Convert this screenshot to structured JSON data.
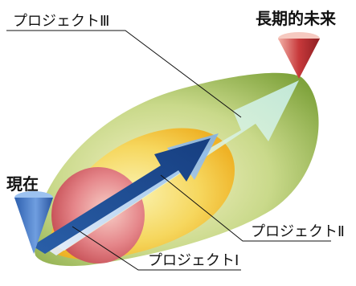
{
  "labels": {
    "future": "長期的未来",
    "present": "現在",
    "project1": "プロジェクトⅠ",
    "project2": "プロジェクトⅡ",
    "project3": "プロジェクトⅢ"
  },
  "colors": {
    "outer_green": "#8fb04a",
    "middle_yellow": "#f4c53a",
    "inner_red": "#d9666a",
    "future_cone": "#c0393c",
    "present_cone": "#3f73c6",
    "arrow_dark": "#1f4f9a",
    "arrow_light": "#d6f3ee"
  }
}
